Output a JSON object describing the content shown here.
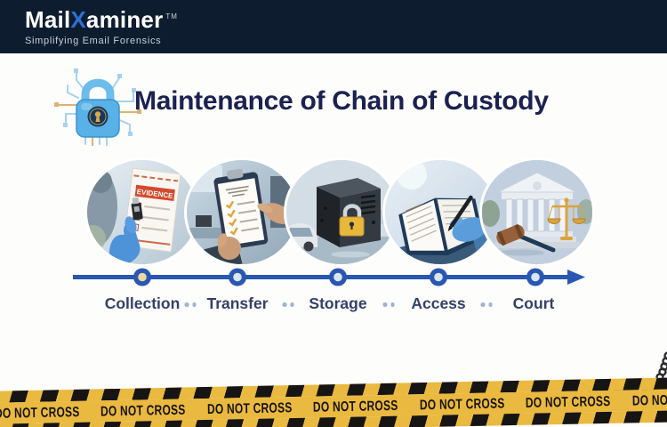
{
  "brand": {
    "name_prefix": "Mail",
    "name_x": "X",
    "name_suffix": "aminer",
    "trademark": "TM",
    "tagline": "Simplifying Email Forensics"
  },
  "title": "Maintenance of Chain of Custody",
  "steps": [
    {
      "label": "Collection",
      "image": "gloved-hand-usb-evidence-bag-photo",
      "bag_label": "EVIDENCE"
    },
    {
      "label": "Transfer",
      "image": "clipboard-checklist-handover-photo"
    },
    {
      "label": "Storage",
      "image": "locked-evidence-locker-padlock-photo"
    },
    {
      "label": "Access",
      "image": "logbook-signing-gloved-hand-photo"
    },
    {
      "label": "Court",
      "image": "courthouse-gavel-scales-photo"
    }
  ],
  "timeline": {
    "direction": "left-to-right",
    "node_count": 5
  },
  "tape": {
    "text": "DO NOT CROSS"
  },
  "colors": {
    "header_bg": "#0e1c30",
    "logo_x_blue": "#2e6fd4",
    "title_navy": "#1b2150",
    "timeline_blue": "#2a57b2",
    "label_slate": "#344069",
    "tape_yellow": "#eab93f",
    "tape_black": "#171513",
    "lock_blue": "#58b1e7",
    "padlock_gold": "#e9b73b"
  }
}
